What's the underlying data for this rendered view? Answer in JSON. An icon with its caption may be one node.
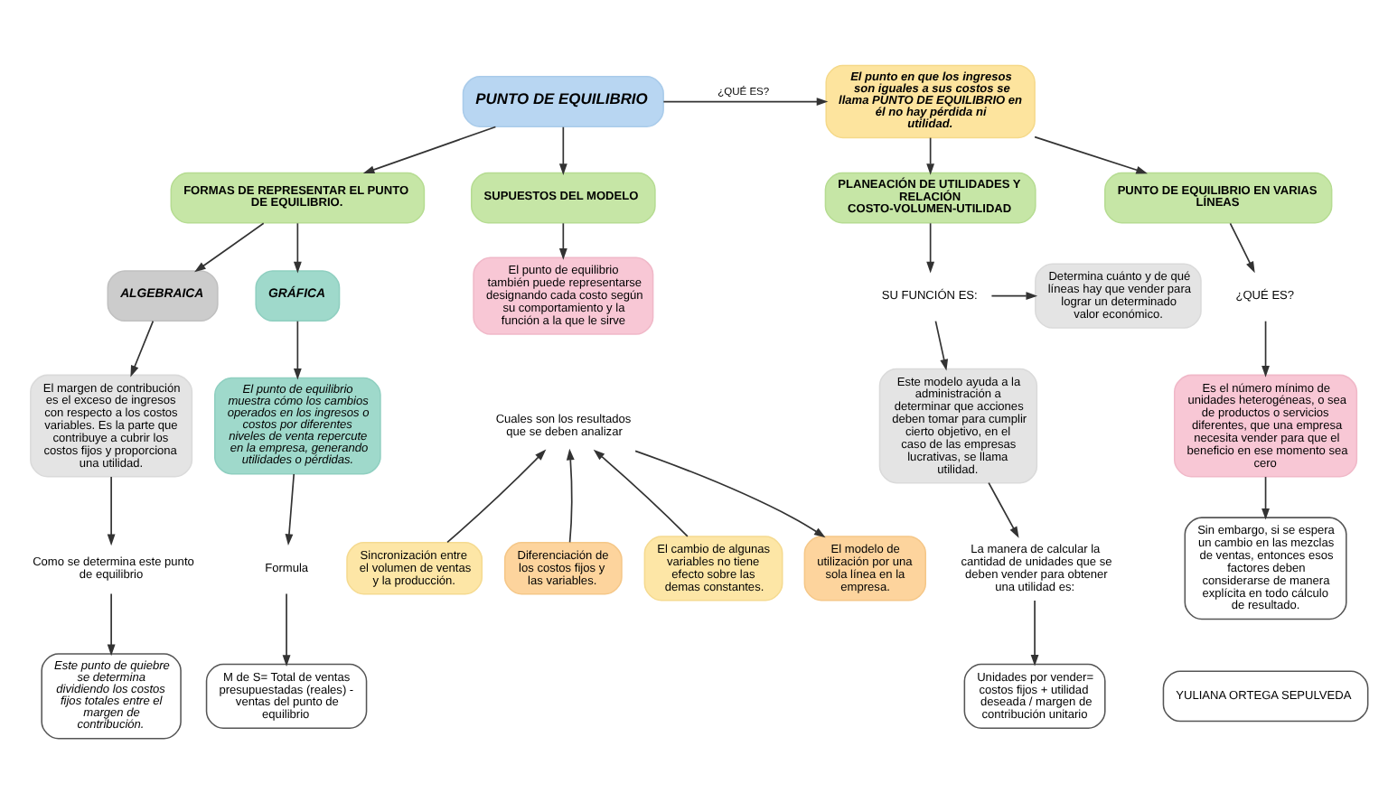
{
  "diagram": {
    "nodes": [
      {
        "text": [
          "PUNTO DE EQUILIBRIO"
        ]
      },
      {
        "text": [
          "El punto en que los ingresos son iguales a sus costos se llama PUNTO DE EQUILIBRIO en él no hay pérdida ni utilidad."
        ]
      },
      {
        "text": [
          "FORMAS DE REPRESENTAR EL PUNTO DE EQUILIBRIO."
        ]
      },
      {
        "text": [
          "SUPUESTOS DEL MODELO"
        ]
      },
      {
        "text": [
          "PLANEACIÓN DE UTILIDADES Y RELACIÓN COSTO-VOLUMEN-UTILIDAD"
        ]
      },
      {
        "text": [
          "PUNTO DE EQUILIBRIO EN VARIAS LÍNEAS"
        ]
      },
      {
        "text": [
          "ALGEBRAICA"
        ]
      },
      {
        "text": [
          "GRÁFICA"
        ]
      },
      {
        "text": [
          "El margen de contribución es el exceso de ingresos con respecto a los costos variables. Es la parte que contribuye a cubrir los costos fijos y proporciona una utilidad."
        ]
      },
      {
        "text": [
          "El punto de equilibrio muestra cómo los cambios operados en los ingresos o costos por diferentes niveles de venta repercute en la empresa, generando utilidades o pérdidas."
        ]
      },
      {
        "text": [
          "Como se determina este punto de equilibrio"
        ]
      },
      {
        "text": [
          "Formula"
        ]
      },
      {
        "text": [
          "Este punto de quiebre se determina dividiendo los costos fijos totales entre el margen de contribución."
        ]
      },
      {
        "text": [
          "M de S= Total de ventas presupuestadas (reales) - ventas del punto de equilibrio"
        ]
      },
      {
        "text": [
          "El punto de equilibrio también puede representarse designando cada costo según su comportamiento y la función a la que le sirve"
        ]
      },
      {
        "text": [
          "Cuales son los resultados que se deben analizar"
        ]
      },
      {
        "text": [
          "Sincronización entre el volumen de ventas y la producción."
        ]
      },
      {
        "text": [
          "Diferenciación de los costos fijos y las variables."
        ]
      },
      {
        "text": [
          "El cambio de algunas variables no tiene efecto sobre las demas constantes."
        ]
      },
      {
        "text": [
          "El modelo de utilización por una sola línea en la empresa."
        ]
      },
      {
        "text": [
          "SU FUNCIÓN ES:"
        ]
      },
      {
        "text": [
          "Determina cuánto y de qué líneas hay que vender para lograr un determinado valor económico."
        ]
      },
      {
        "text": [
          "Este modelo ayuda a la administración a determinar que acciones deben tomar para cumplir cierto objetivo, en el caso de las empresas lucrativas, se llama utilidad."
        ]
      },
      {
        "text": [
          "La manera de calcular la cantidad de unidades que se deben vender para obtener una utilidad es:"
        ]
      },
      {
        "text": [
          "Unidades por vender= costos fijos + utilidad deseada / margen de contribución unitario"
        ]
      },
      {
        "text": [
          "¿QUÉ ES?"
        ]
      },
      {
        "text": [
          "Es el número mínimo de unidades heterogéneas, o sea de productos o servicios diferentes, que una empresa necesita vender para que el beneficio en ese momento sea cero"
        ]
      },
      {
        "text": [
          "Sin embargo, si se espera un cambio en las mezclas de ventas, entonces esos factores deben considerarse de manera explícita en todo cálculo de resultado."
        ]
      },
      {
        "text": [
          "YULIANA ORTEGA SEPULVEDA"
        ]
      }
    ],
    "edges": [
      {
        "from": 0,
        "to": 1,
        "arrow": "to",
        "label": "¿QUÉ ES?"
      },
      {
        "from": 0,
        "to": 2,
        "arrow": "to"
      },
      {
        "from": 0,
        "to": 3,
        "arrow": "to"
      },
      {
        "from": 1,
        "to": 4,
        "arrow": "to"
      },
      {
        "from": 1,
        "to": 5,
        "arrow": "to"
      },
      {
        "from": 2,
        "to": 6,
        "arrow": "to"
      },
      {
        "from": 2,
        "to": 7,
        "arrow": "to"
      },
      {
        "from": 6,
        "to": 8,
        "arrow": "to"
      },
      {
        "from": 7,
        "to": 9,
        "arrow": "to"
      },
      {
        "from": 8,
        "to": 10,
        "arrow": "to"
      },
      {
        "from": 9,
        "to": 11,
        "arrow": "to"
      },
      {
        "from": 10,
        "to": 12,
        "arrow": "to"
      },
      {
        "from": 11,
        "to": 13,
        "arrow": "to"
      },
      {
        "from": 3,
        "to": 14,
        "arrow": "to"
      },
      {
        "from": 16,
        "to": 15,
        "arrow": "to"
      },
      {
        "from": 17,
        "to": 15,
        "arrow": "to"
      },
      {
        "from": 18,
        "to": 15,
        "arrow": "to"
      },
      {
        "from": 15,
        "to": 19,
        "arrow": "to"
      },
      {
        "from": 4,
        "to": 20,
        "arrow": "to"
      },
      {
        "from": 20,
        "to": 21,
        "arrow": "to"
      },
      {
        "from": 20,
        "to": 22,
        "arrow": "to"
      },
      {
        "from": 22,
        "to": 23,
        "arrow": "to"
      },
      {
        "from": 23,
        "to": 24,
        "arrow": "to"
      },
      {
        "from": 5,
        "to": 25,
        "arrow": "to"
      },
      {
        "from": 25,
        "to": 26,
        "arrow": "to"
      },
      {
        "from": 26,
        "to": 27,
        "arrow": "to"
      }
    ]
  }
}
